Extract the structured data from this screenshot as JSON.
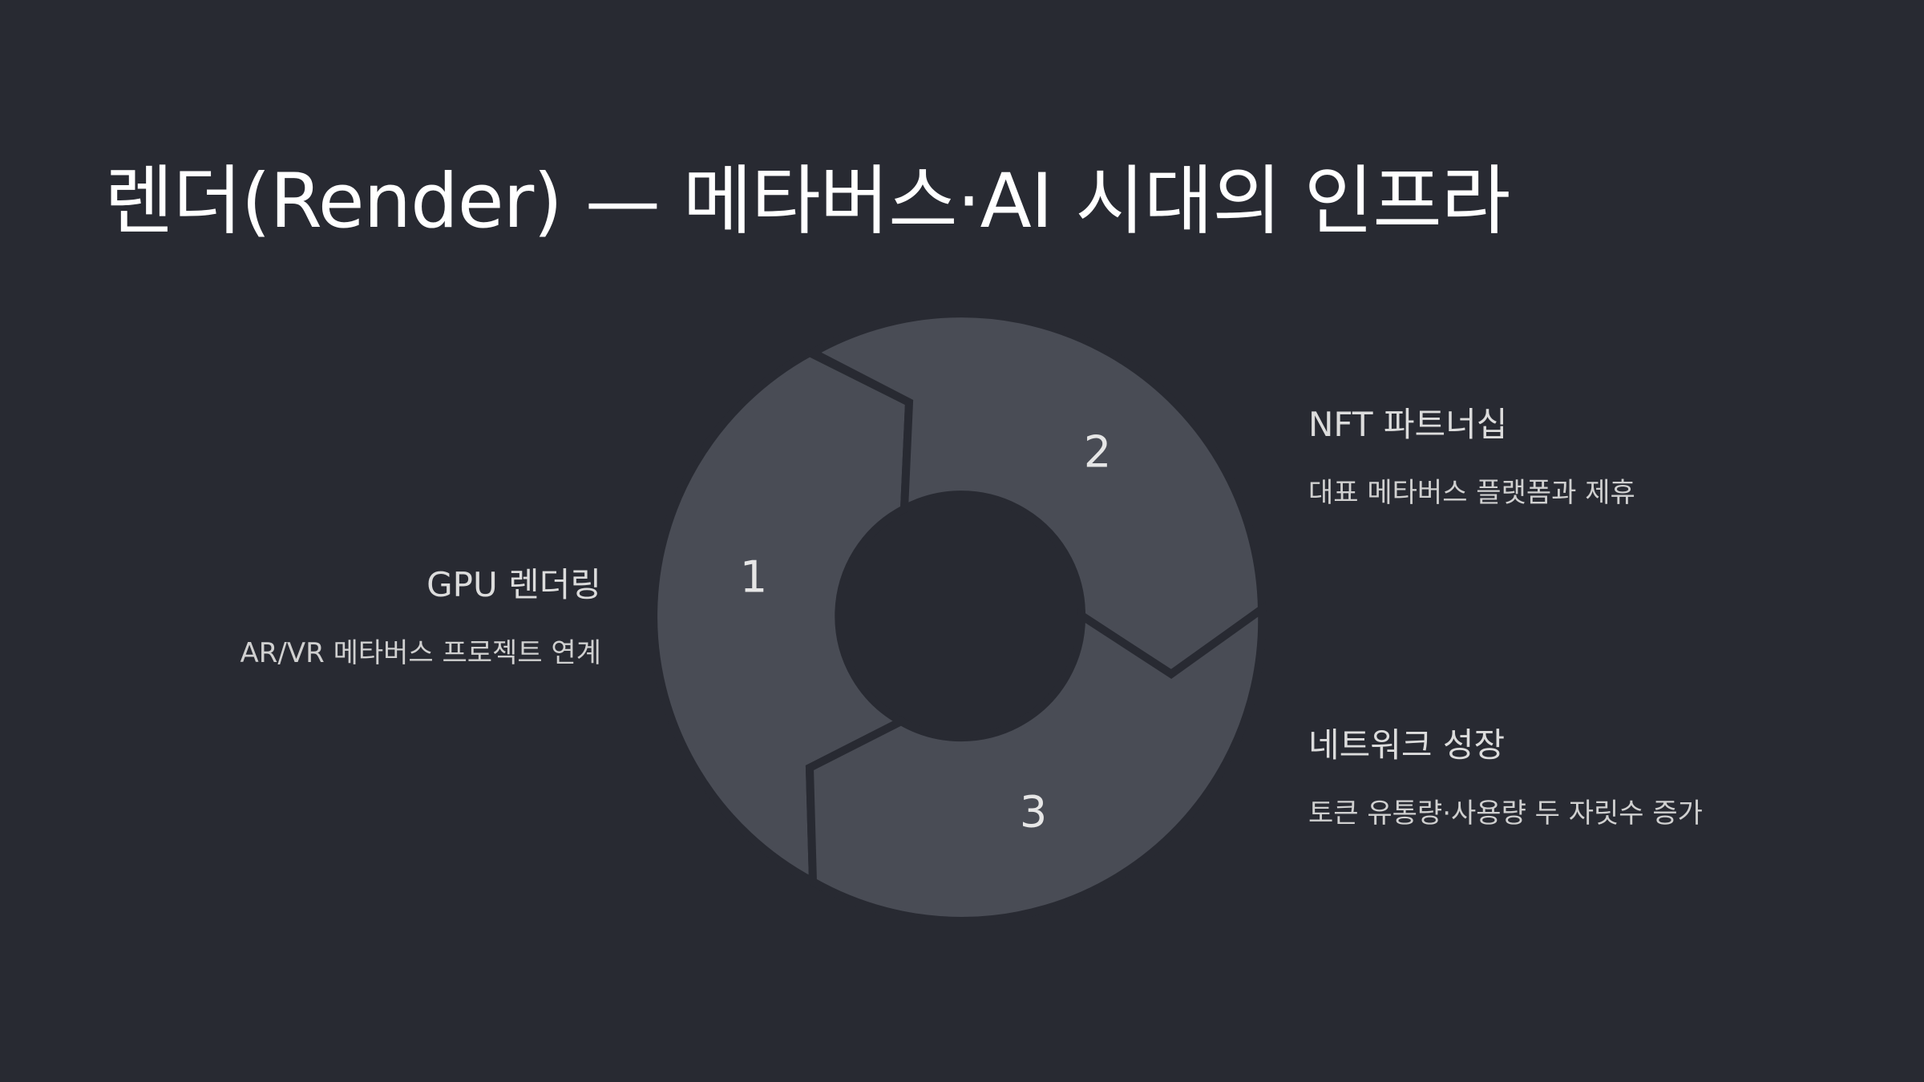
{
  "slide": {
    "title": "렌더(Render) — 메타버스·AI 시대의 인프라"
  },
  "cycle": {
    "segments": [
      {
        "number": "1",
        "title": "GPU 렌더링",
        "description": "AR/VR 메타버스 프로젝트 연계"
      },
      {
        "number": "2",
        "title": "NFT 파트너십",
        "description": "대표 메타버스 플랫폼과 제휴"
      },
      {
        "number": "3",
        "title": "네트워크 성장",
        "description": "토큰 유통량·사용량 두 자릿수 증가"
      }
    ]
  },
  "colors": {
    "background": "#282a32",
    "segment_fill": "#494c55",
    "title_text": "#ffffff",
    "label_text": "#dcdcdc"
  }
}
